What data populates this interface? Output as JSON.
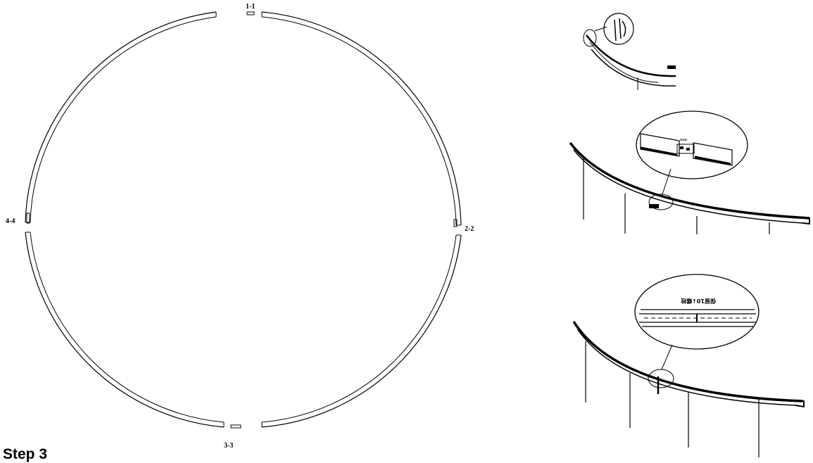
{
  "ring": {
    "joint_labels": [
      "1-1",
      "2-2",
      "3-3",
      "4-4"
    ]
  },
  "details": {
    "middle_tag": "⊠⊠⊠",
    "bottom_caption": "保留10↓螺栓"
  },
  "step": {
    "text": "Step 3"
  }
}
